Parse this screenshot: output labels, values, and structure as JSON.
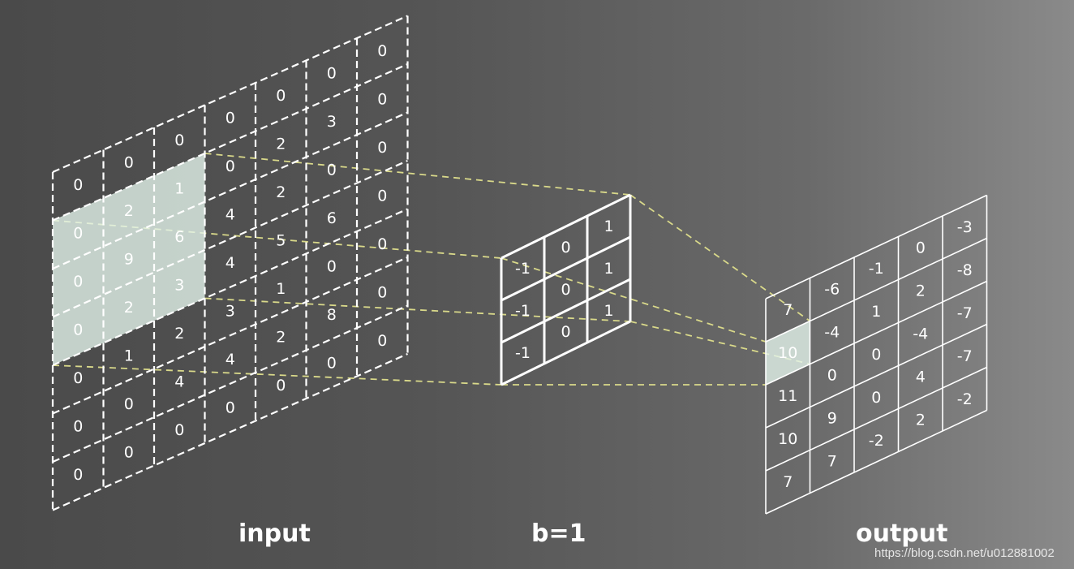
{
  "labels": {
    "input": "input",
    "kernel": "b=1",
    "output": "output"
  },
  "watermark": "https://blog.csdn.net/u012881002",
  "colors": {
    "grid_line": "#ffffff",
    "projection_line": "#d9d98a",
    "highlight": "#e2f2ea"
  },
  "input_grid": [
    [
      "0",
      "0",
      "0",
      "0",
      "0",
      "0",
      "0"
    ],
    [
      "0",
      "2",
      "1",
      "0",
      "2",
      "3",
      "0"
    ],
    [
      "0",
      "9",
      "6",
      "4",
      "2",
      "0",
      "0"
    ],
    [
      "0",
      "2",
      "3",
      "4",
      "5",
      "6",
      "0"
    ],
    [
      "0",
      "1",
      "2",
      "3",
      "1",
      "0",
      "0"
    ],
    [
      "0",
      "0",
      "4",
      "4",
      "2",
      "8",
      "0"
    ],
    [
      "0",
      "0",
      "0",
      "0",
      "0",
      "0",
      "0"
    ]
  ],
  "input_grid_note": "",
  "kernel_grid": [
    [
      "-1",
      "0",
      "1"
    ],
    [
      "-1",
      "0",
      "1"
    ],
    [
      "-1",
      "0",
      "1"
    ]
  ],
  "output_grid": [
    [
      "7",
      "-6",
      "-1",
      "0",
      "-3"
    ],
    [
      "10",
      "-4",
      "1",
      "2",
      "-8"
    ],
    [
      "11",
      "0",
      "0",
      "-4",
      "-7"
    ],
    [
      "10",
      "9",
      "0",
      "4",
      "-7"
    ],
    [
      "7",
      "7",
      "-2",
      "2",
      "-2"
    ]
  ],
  "highlight": {
    "input_rows": [
      1,
      3
    ],
    "input_cols": [
      0,
      2
    ],
    "output_cell": [
      1,
      0
    ]
  }
}
